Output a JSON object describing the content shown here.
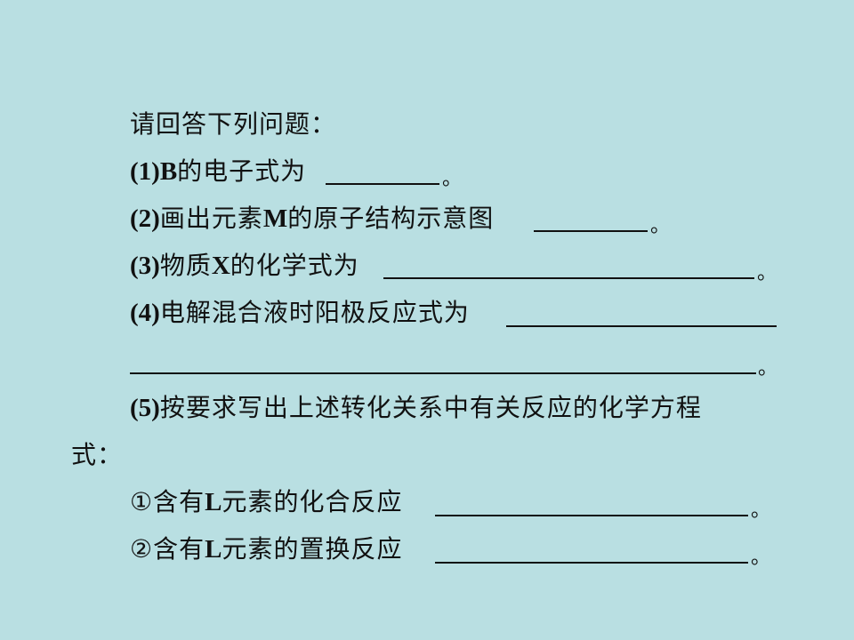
{
  "intro": "请回答下列问题：",
  "q1": {
    "num": "(1)",
    "bold": "B",
    "text": "的电子式为",
    "end": "。"
  },
  "q2": {
    "num": "(2)",
    "pre": "画出元素",
    "bold": "M",
    "text": "的原子结构示意图",
    "end": "。"
  },
  "q3": {
    "num": "(3)",
    "pre": "物质",
    "bold": "X",
    "text": "的化学式为",
    "end": "。"
  },
  "q4": {
    "num": "(4)",
    "text": "电解混合液时阳极反应式为",
    "end": "。"
  },
  "q5": {
    "num": "(5)",
    "text": "按要求写出上述转化关系中有关反应的化学方程",
    "cont": "式："
  },
  "q5_1": {
    "marker": "①",
    "pre": "含有",
    "bold": "L",
    "text": "元素的化合反应",
    "end": "。"
  },
  "q5_2": {
    "marker": "②",
    "pre": "含有",
    "bold": "L",
    "text": "元素的置换反应",
    "end": "。"
  },
  "colors": {
    "background": "#b9dfe2",
    "text": "#111111"
  }
}
